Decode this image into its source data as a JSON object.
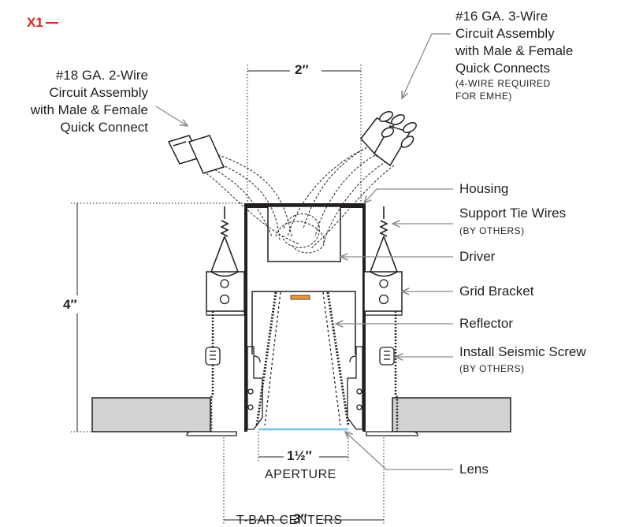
{
  "tag": "X1",
  "labels": {
    "two_wire": [
      "#18 GA. 2-Wire",
      "Circuit Assembly",
      "with Male & Female",
      "Quick Connect"
    ],
    "three_wire": [
      "#16 GA. 3-Wire",
      "Circuit Assembly",
      "with Male & Female",
      "Quick Connects"
    ],
    "three_wire_note": [
      "(4-WIRE REQUIRED",
      "FOR EMHE)"
    ],
    "housing": "Housing",
    "support_tie_wires": "Support Tie Wires",
    "support_note": "(BY OTHERS)",
    "driver": "Driver",
    "grid_bracket": "Grid Bracket",
    "reflector": "Reflector",
    "seismic_screw": "Install Seismic Screw",
    "seismic_note": "(BY OTHERS)",
    "lens": "Lens"
  },
  "dimensions": {
    "top_width": "2″",
    "height": "4″",
    "aperture_value": "1½″",
    "aperture_caption": "APERTURE",
    "tbar_value": "3″",
    "tbar_caption": "T-BAR CENTERS"
  },
  "colors": {
    "tag": "#e2231a",
    "line": "#231f20",
    "leader": "#8a8a8a",
    "tbar_fill": "#d2d2d2",
    "lens": "#6cc4e8",
    "led": "#f29b30"
  }
}
